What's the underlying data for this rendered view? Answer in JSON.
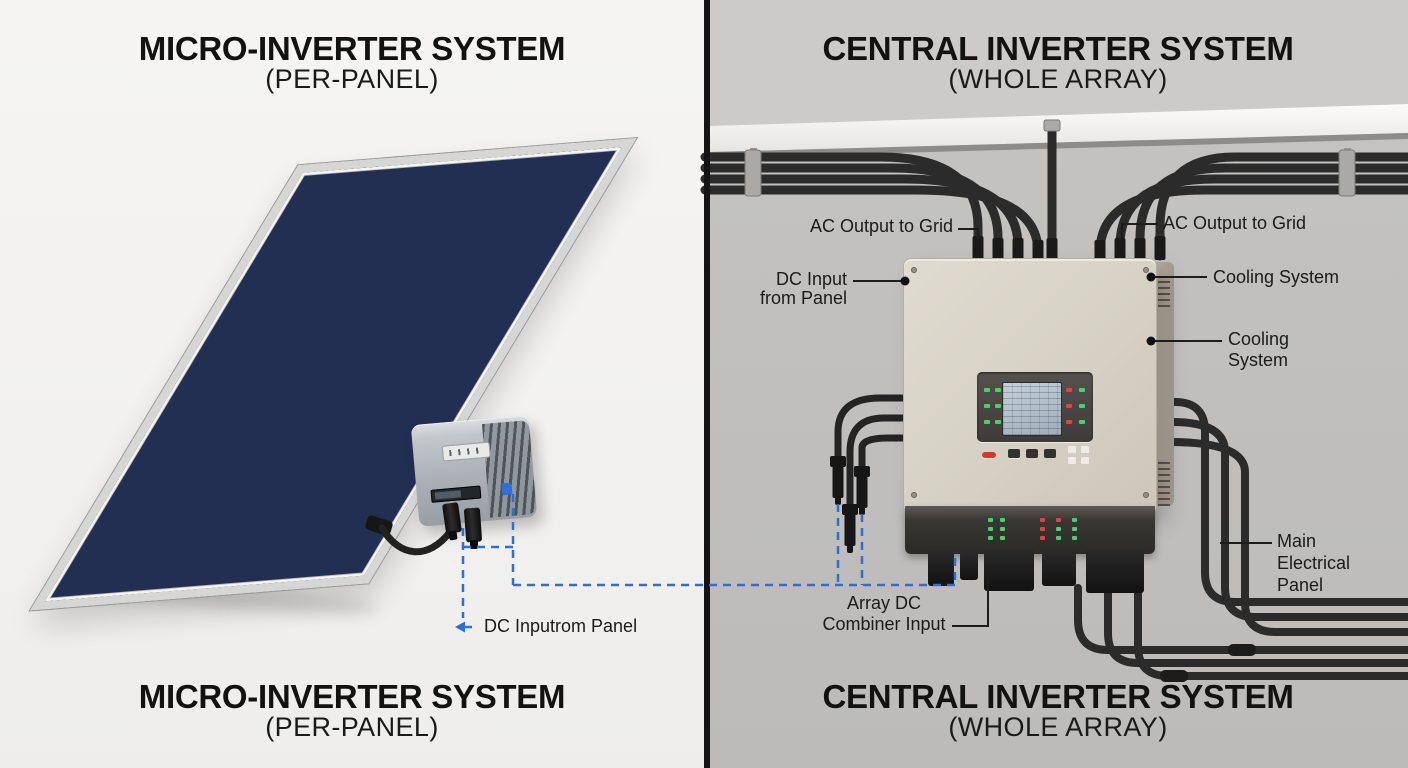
{
  "left_section": {
    "title": "MICRO-INVERTER SYSTEM",
    "subtitle": "(PER-PANEL)",
    "callout_dc_input": "DC Inputrom Panel"
  },
  "right_section": {
    "title": "CENTRAL INVERTER SYSTEM",
    "subtitle": "(WHOLE ARRAY)",
    "callouts": {
      "ac_output_left": "AC Output to Grid",
      "dc_input_line1": "DC Input",
      "dc_input_line2": "from Panel",
      "ac_output_right": "AC Output to Grid",
      "cooling_system": "Cooling System",
      "cooling_line1": "Cooling",
      "cooling_line2": "System",
      "main_line1": "Main",
      "main_line2": "Electrical",
      "main_line3": "Panel",
      "array_line1": "Array DC",
      "array_line2": "Combiner Input"
    }
  },
  "colors": {
    "connection_dashed": "#2e6fd6",
    "left_background": "#f3f2f0",
    "wall": "#c2c1bf",
    "solar_cell": "#232f52",
    "inverter_body": "#d8d3c7",
    "led_green": "#47d06b",
    "led_red": "#e0443a",
    "cable": "#2b2b2b"
  }
}
